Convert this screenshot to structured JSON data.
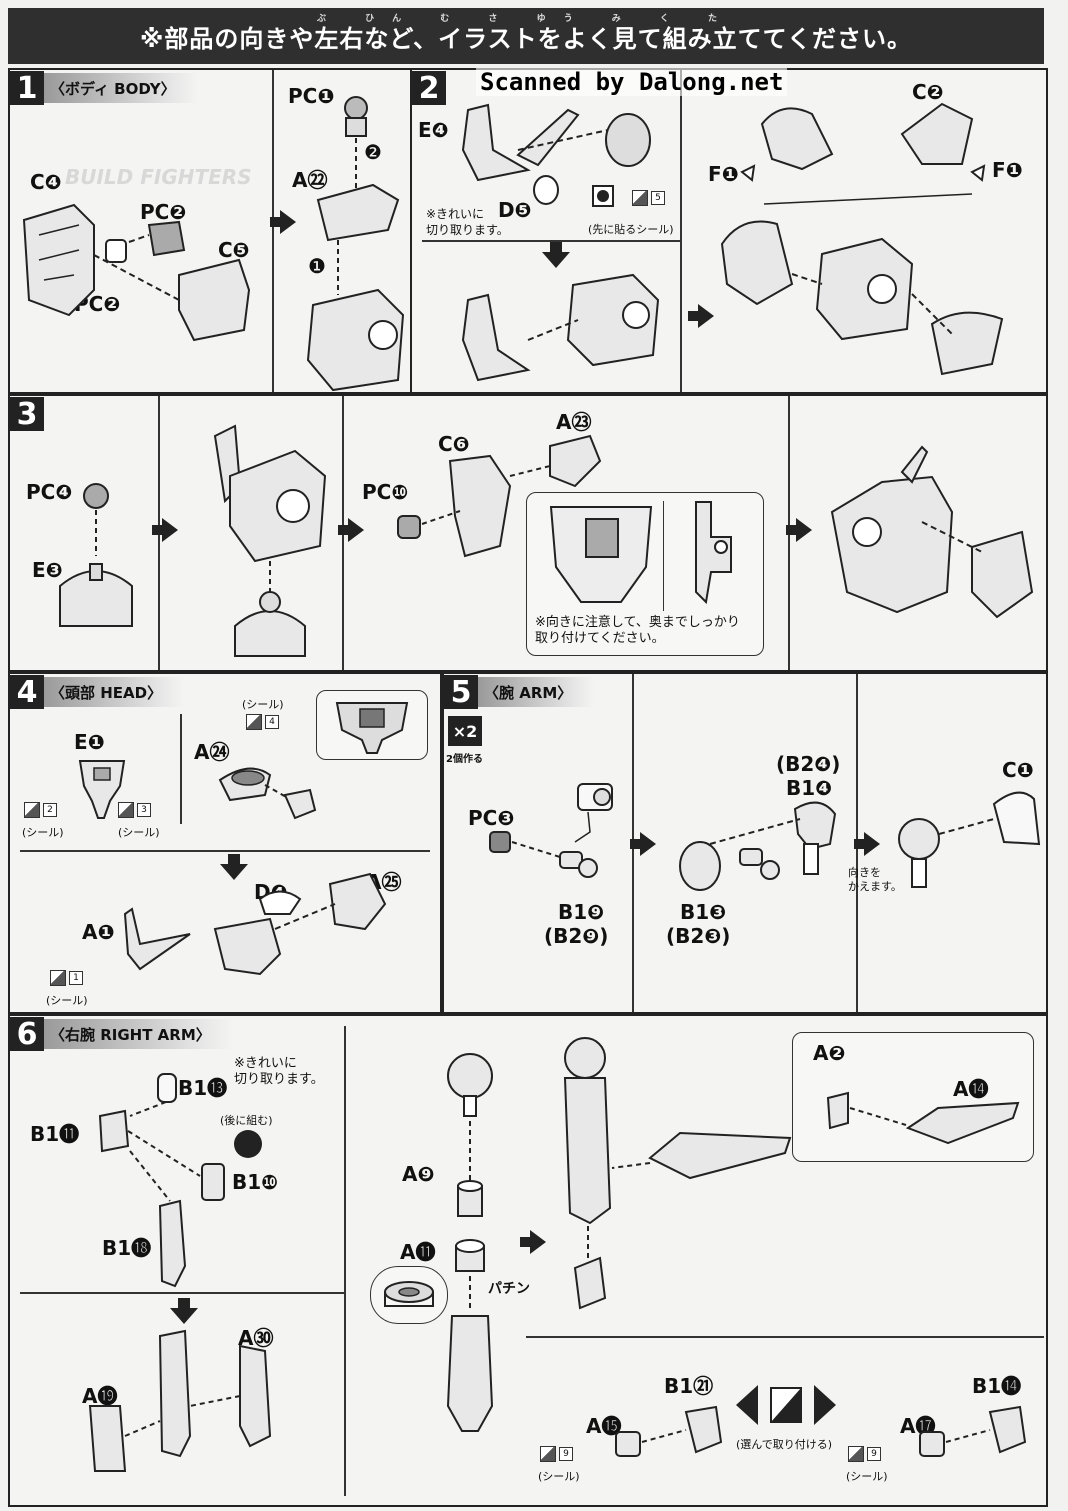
{
  "banner": {
    "furigana": "ぶ ひん む さ ゆう み く た",
    "text": "※部品の向きや左右など、イラストをよく見て組み立ててください。"
  },
  "watermark": "Scanned by Dalong.net",
  "steps": {
    "s1": {
      "number": "1",
      "title": "〈ボディ BODY〉",
      "labels": {
        "c4": "C❹",
        "pc2a": "PC❷",
        "c5": "C❺",
        "pc2b": "PC❷",
        "pc1": "PC❶",
        "a22": "A㉒",
        "n1": "❶",
        "n2": "❷"
      },
      "bg_text": "BUILD FIGHTERS"
    },
    "s2": {
      "number": "2",
      "labels": {
        "e4": "E❹",
        "d5": "D❺",
        "c2": "C❷",
        "f1a": "F❶",
        "f1b": "F❶",
        "sticker_num": "5"
      },
      "notes": {
        "clean_cut": "※きれいに\n切り取ります。",
        "seal_first": "(先に貼るシール)"
      }
    },
    "s3": {
      "number": "3",
      "labels": {
        "pc4": "PC❹",
        "e3": "E❸",
        "pc10": "PC❿",
        "c6": "C❻",
        "a23": "A㉓"
      },
      "notes": {
        "caution": "※向きに注意して、奥までしっかり\n取り付けてください。"
      }
    },
    "s4": {
      "number": "4",
      "title": "〈頭部 HEAD〉",
      "labels": {
        "e1": "E❶",
        "a24": "A㉔",
        "d4": "D❹",
        "a25": "A㉕",
        "a1": "A❶"
      },
      "stickers": {
        "s2": "2",
        "s3": "3",
        "s4": "4",
        "s1": "1"
      },
      "seal": "(シール)"
    },
    "s5": {
      "number": "5",
      "title": "〈腕 ARM〉",
      "badge": "×2",
      "badge_note": "2個作る",
      "labels": {
        "pc3": "PC❸",
        "b19": "B1❾",
        "b29": "(B2❾)",
        "b24": "(B2❹)",
        "b14": "B1❹",
        "b13": "B1❸",
        "b23": "(B2❸)",
        "c1": "C❶"
      },
      "notes": {
        "turn": "向きを\nかえます。"
      }
    },
    "s6": {
      "number": "6",
      "title": "〈右腕 RIGHT ARM〉",
      "labels": {
        "b113": "B1⓭",
        "b111": "B1⓫",
        "b110": "B1❿",
        "b118": "B1⓲",
        "a9": "A❾",
        "a11": "A⓫",
        "a19": "A⓳",
        "a30": "A㉚",
        "a2": "A❷",
        "a14": "A⓮",
        "b121": "B1㉑",
        "b114": "B1⓮",
        "a15": "A⓯",
        "a17": "A⓱",
        "snap": "パチン"
      },
      "notes": {
        "clean_cut": "※きれいに\n切り取ります。",
        "later": "(後に組む)",
        "choose": "(選んで取り付ける)"
      },
      "stickers": {
        "s9a": "9",
        "s9b": "9"
      },
      "seal": "(シール)"
    }
  }
}
